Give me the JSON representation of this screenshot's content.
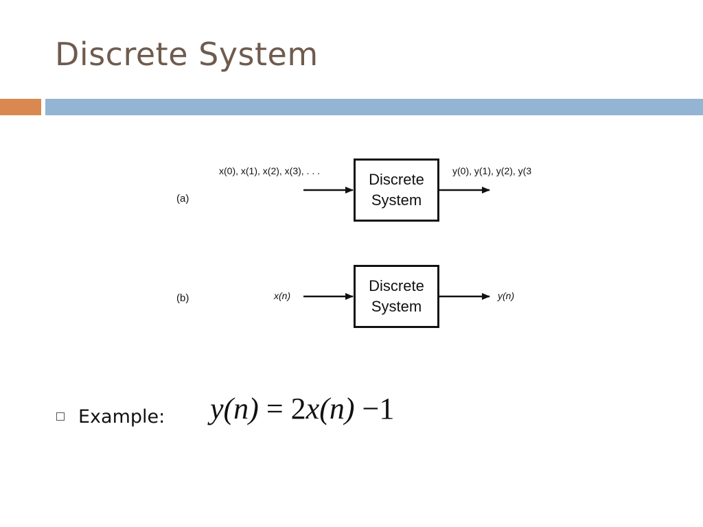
{
  "slide": {
    "title": "Discrete System"
  },
  "colors": {
    "title": "#6f5b4e",
    "accent_orange": "#d9894f",
    "accent_blue": "#93b4d2"
  },
  "diagram": {
    "a": {
      "label": "(a)",
      "input": "x(0), x(1), x(2), x(3), . . .",
      "box_line1": "Discrete",
      "box_line2": "System",
      "output": "y(0), y(1), y(2), y(3"
    },
    "b": {
      "label": "(b)",
      "input": "x(n)",
      "box_line1": "Discrete",
      "box_line2": "System",
      "output": "y(n)"
    }
  },
  "example": {
    "bullet_label": "Example:",
    "equation": {
      "lhs": "y(n)",
      "equals": "=",
      "rhs_coef": "2",
      "rhs_var": "x(n)",
      "rhs_minus": "−",
      "rhs_const": "1"
    },
    "icon": "square-bullet-icon"
  }
}
